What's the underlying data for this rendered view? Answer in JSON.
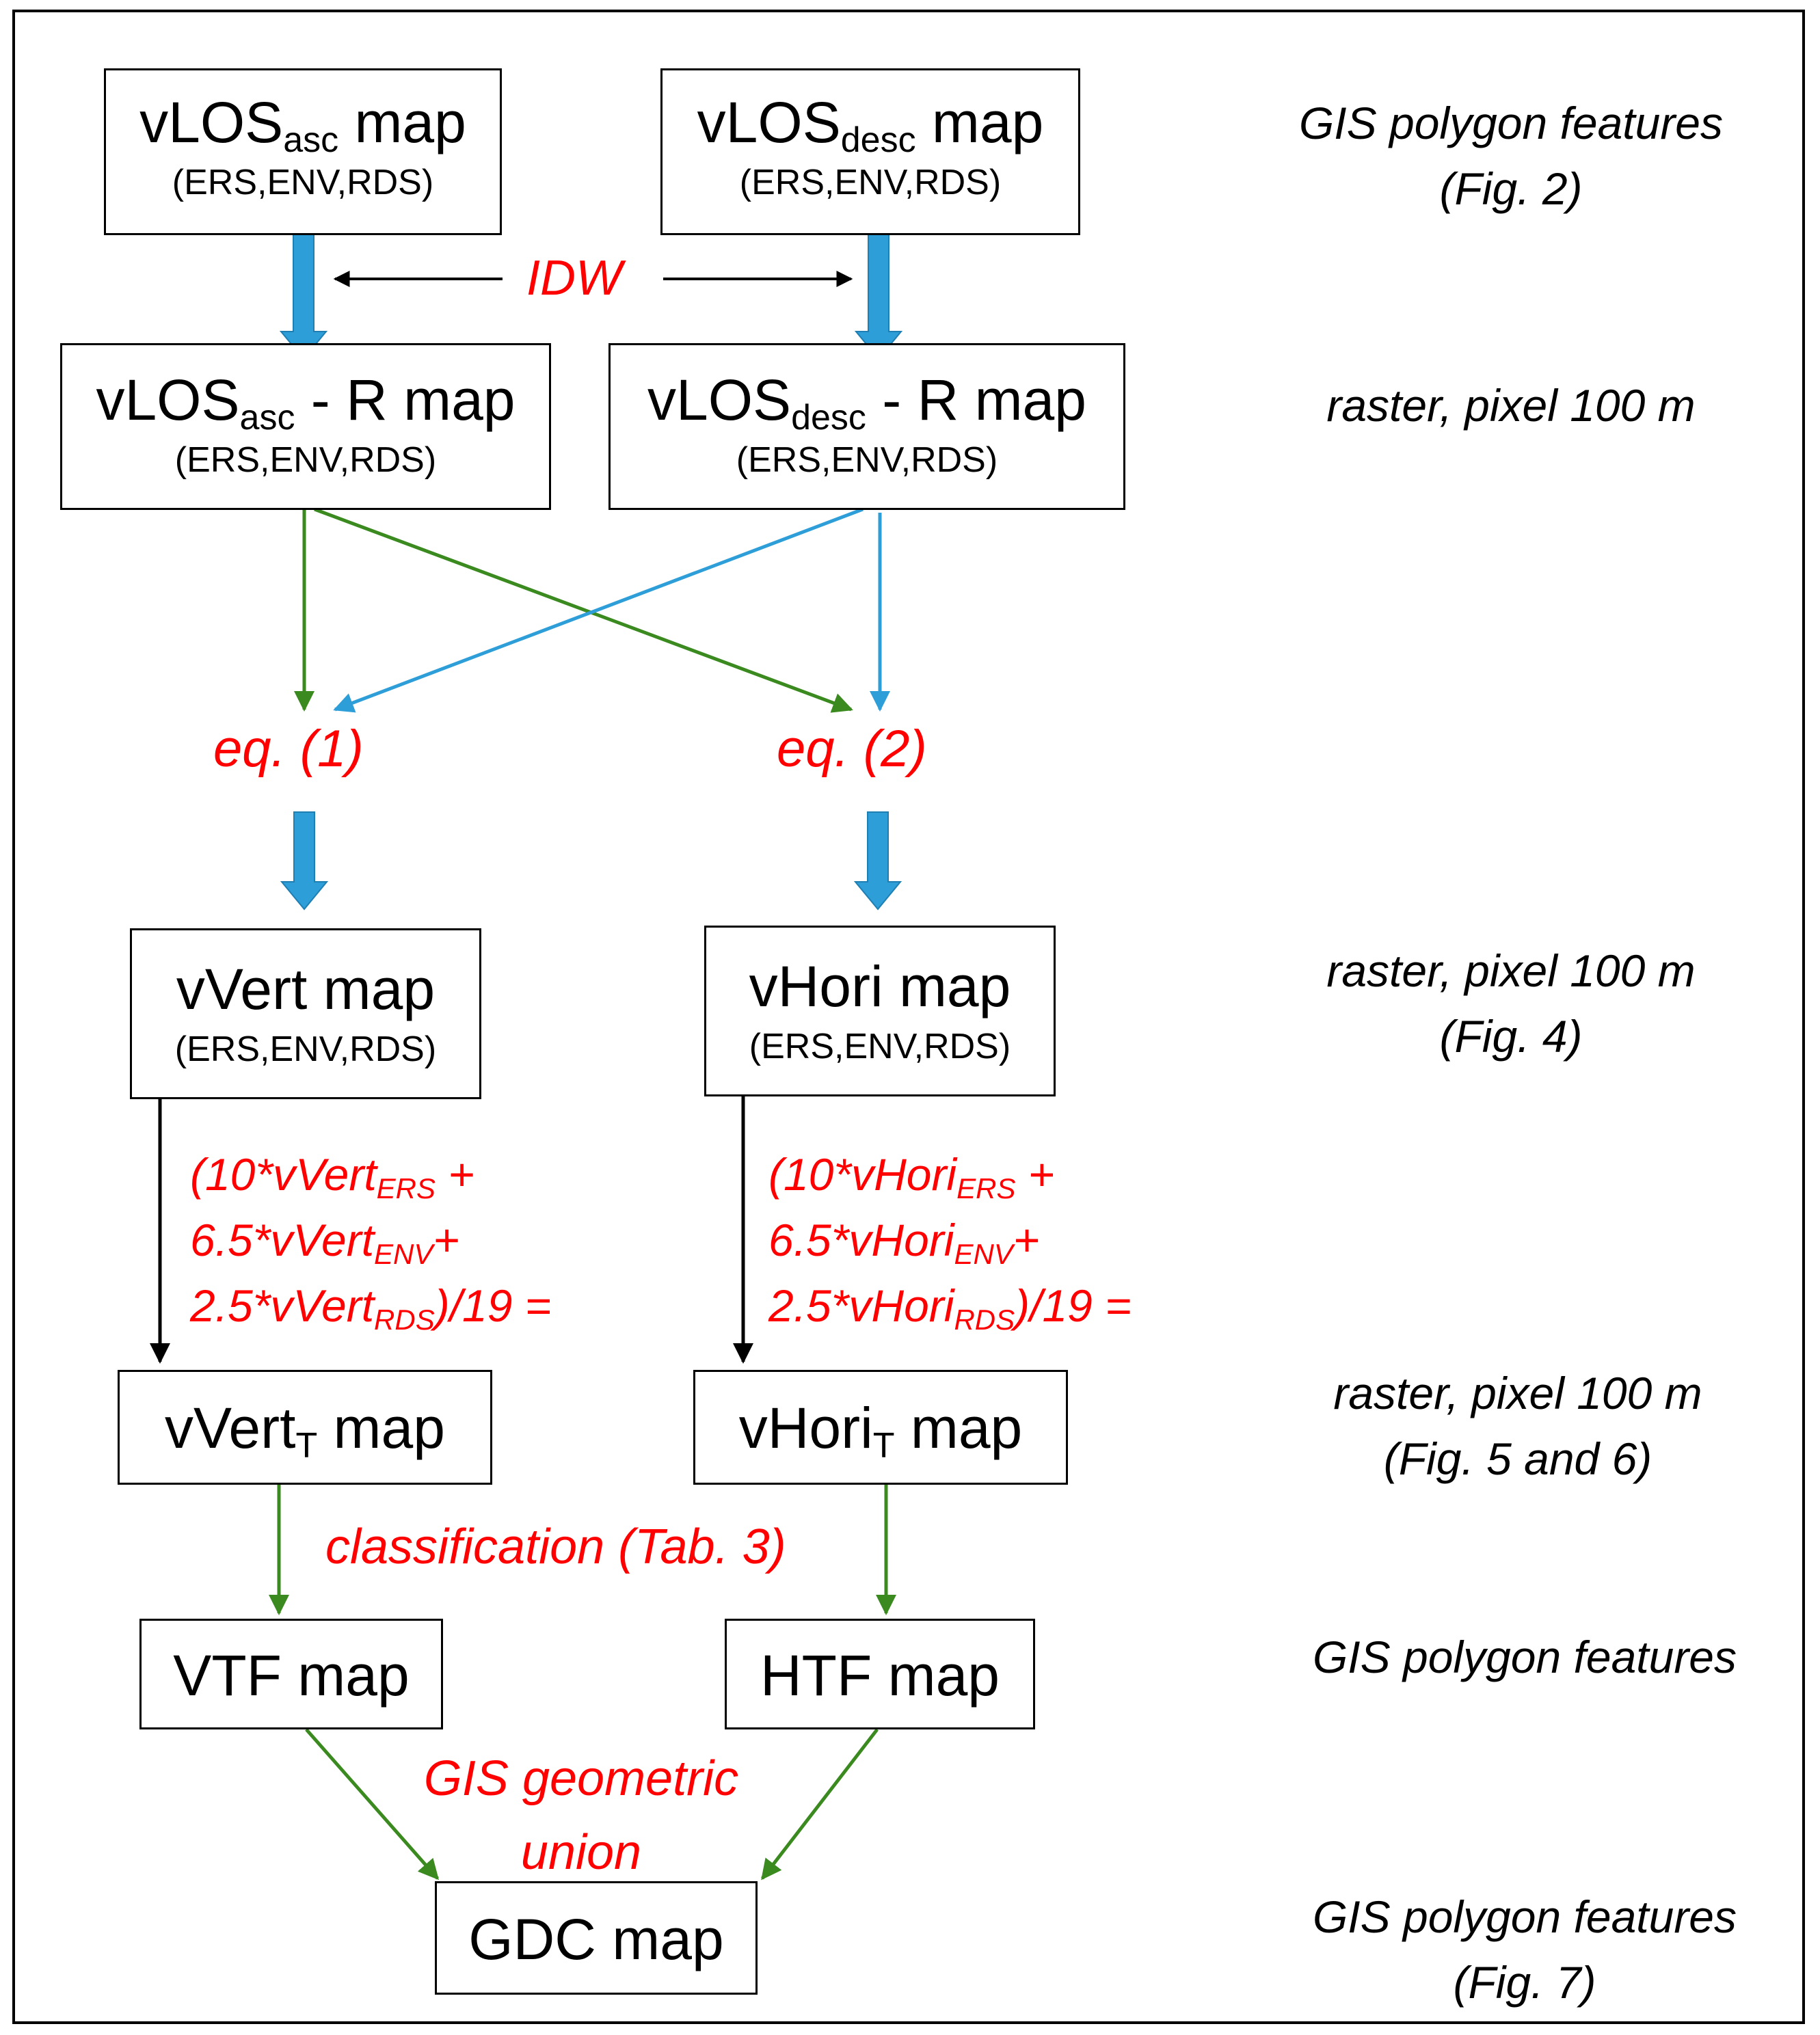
{
  "nodes": {
    "vlos_asc": {
      "main": "vLOS",
      "sub": "asc",
      "tail": " map",
      "sources": "(ERS,ENV,RDS)"
    },
    "vlos_desc": {
      "main": "vLOS",
      "sub": "desc",
      "tail": " map",
      "sources": "(ERS,ENV,RDS)"
    },
    "vlos_asc_r": {
      "main": "vLOS",
      "sub": "asc",
      "tail": " - R map",
      "sources": "(ERS,ENV,RDS)"
    },
    "vlos_desc_r": {
      "main": "vLOS",
      "sub": "desc",
      "tail": " - R map",
      "sources": "(ERS,ENV,RDS)"
    },
    "vvert": {
      "label": "vVert map",
      "sources": "(ERS,ENV,RDS)"
    },
    "vhori": {
      "label": "vHori map",
      "sources": "(ERS,ENV,RDS)"
    },
    "vvert_t": {
      "main": "vVert",
      "sub": "T",
      "tail": " map"
    },
    "vhori_t": {
      "main": "vHori",
      "sub": "T",
      "tail": " map"
    },
    "vtf": {
      "label": "VTF map"
    },
    "htf": {
      "label": "HTF map"
    },
    "gdc": {
      "label": "GDC map"
    }
  },
  "operations": {
    "idw": "IDW",
    "eq1": "eq. (1)",
    "eq2": "eq. (2)",
    "vert_formula": [
      {
        "pre": "(10*vVert",
        "sub": "ERS",
        "post": "  +"
      },
      {
        "pre": "6.5*vVert",
        "sub": "ENV",
        "post": "+"
      },
      {
        "pre": "2.5*vVert",
        "sub": "RDS",
        "post": ")/19 ="
      }
    ],
    "hori_formula": [
      {
        "pre": "(10*vHori",
        "sub": "ERS",
        "post": "  +"
      },
      {
        "pre": "6.5*vHori",
        "sub": "ENV",
        "post": "+"
      },
      {
        "pre": "2.5*vHori",
        "sub": "RDS",
        "post": ")/19 ="
      }
    ],
    "classification": "classification (Tab. 3)",
    "union_line1": "GIS geometric",
    "union_line2": "union"
  },
  "notes": {
    "row1": [
      "GIS polygon features",
      "(Fig. 2)"
    ],
    "row2": [
      "raster, pixel 100 m"
    ],
    "row3": [
      "raster, pixel 100 m",
      "(Fig. 4)"
    ],
    "row4": [
      "raster, pixel 100 m",
      "(Fig. 5 and 6)"
    ],
    "row5": [
      "GIS polygon features"
    ],
    "row6": [
      "GIS polygon features",
      "(Fig. 7)"
    ]
  },
  "colors": {
    "thick_arrow": "#2e9ed8",
    "green_arrow": "#3a8a1f",
    "blue_arrow": "#2e9ed8",
    "black_arrow": "#000000",
    "operation_text": "#ff0000"
  }
}
